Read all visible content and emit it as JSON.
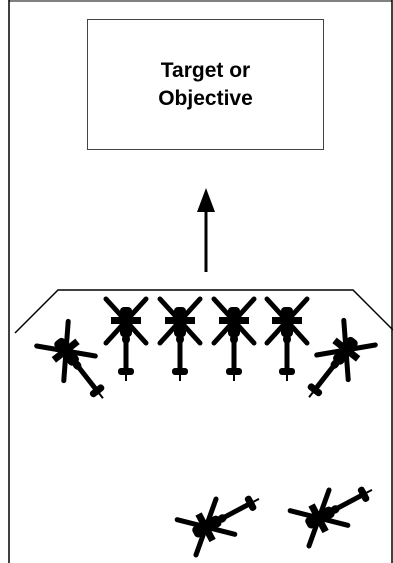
{
  "diagram": {
    "target_label": "Target or\nObjective",
    "colors": {
      "ink": "#000000",
      "box_border": "#444444",
      "background": "#ffffff"
    },
    "formation": {
      "description_icon": "helicopter-icon",
      "front_line_count": 6,
      "rear_count": 2
    }
  }
}
